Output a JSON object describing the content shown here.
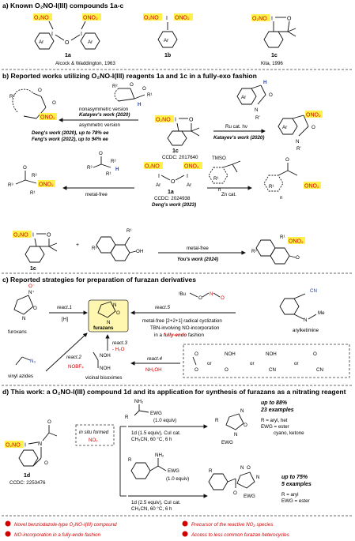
{
  "section_a": {
    "heading": "a) Known O₂NO-I(III) compounds 1a-c",
    "cmpd_1a": {
      "label": "1a",
      "groups": [
        "O₂NO",
        "ONO₂"
      ],
      "ar": [
        "Ar",
        "Ar"
      ],
      "bridge": "O",
      "iodines": [
        "I",
        "I"
      ]
    },
    "cmpd_1b": {
      "label": "1b",
      "groups": [
        "O₂NO",
        "ONO₂"
      ],
      "ar": "Ar",
      "iodine": "I"
    },
    "cmpd_1c": {
      "label": "1c",
      "group": "O₂NO",
      "iodine": "I",
      "ring_o": "O"
    },
    "ref_1": "Alcock & Waddington, 1963",
    "ref_2": "Kita, 1996"
  },
  "section_b": {
    "heading": "b) Reported works utilizing O₂NO-I(III) reagents 1a and 1c in a fully-exo fashion",
    "nonasym": "nonasymmetrc version",
    "katayev_2020": "Katayev's work (2020)",
    "asym": "asymmetrc version",
    "deng_2020": "Deng's work (2020), up to 78% ee",
    "feng_2022": "Feng's work (2022), up to 94% ee",
    "ccdc_1c": "CCDC: 2017640",
    "ru_cat": "Ru cat. hν",
    "katayev_2020b": "Katayev's work (2020)",
    "metal_free": "metal-free",
    "ccdc_1a": "CCDC: 2024938",
    "deng_2023": "Deng's work (2023)",
    "zn_cat": "Zn cat.",
    "metal_free2": "metal-free",
    "you_2024": "You's work (2024)",
    "plus": "+",
    "atoms": {
      "ono2": "ONO₂",
      "o2no": "O₂NO",
      "r1": "R¹",
      "r2": "R²",
      "r3": "R³",
      "h": "H",
      "ar": "Ar",
      "n": "N",
      "rp": "R'",
      "o": "O",
      "i": "I",
      "oh": "OH",
      "tmso": "TMSO",
      "n_sub": "n",
      "lbl_1c": "1c"
    }
  },
  "section_c": {
    "heading": "c) Reported strategies for preparation of furazan derivatives",
    "react1": "react.1",
    "h": "[H]",
    "react2": "react.2",
    "nobf4": "NOBF₄",
    "react3": "react.3",
    "h2o": "- H₂O",
    "react4": "react.4",
    "nh2oh": "NH₂OH",
    "react5": "react.5",
    "line1": "metal-free [2+2+1] radical cyclization",
    "line2": "TBN-involving NO-incorporation",
    "line3a": "in a ",
    "line3b": "fully-endo",
    "line3c": " fashion",
    "furoxans": "furoxans",
    "furazans": "furazans",
    "vinyl_azides": "vinyl azides",
    "bisoximes": "vicinal bisoximes",
    "arylketimine": "arylketimine",
    "or": "or",
    "tbu_no": "ᵗBu",
    "atoms": {
      "n": "N",
      "o": "O",
      "n3": "N₃",
      "noh": "NOH",
      "cn": "CN",
      "me": "Me",
      "o_minus": "O⁻",
      "n_plus": "N⁺"
    }
  },
  "section_d": {
    "heading": "d) This work: a O₂NO-I(III) compound 1d and its application for synthesis of furazans as a nitrating reagent",
    "cmpd": "1d",
    "ccdc": "CCDC: 2253476",
    "in_situ_1": "in situ formed",
    "in_situ_2": "NO₂",
    "r1_equiv": "(1.0 equiv)",
    "r1_cond1": "1d (1.5 equiv), CuI cat.",
    "r1_cond2": "CH₃CN, 60 °C, 6 h",
    "r1_yield": "up to 88%",
    "r1_examples": "23 examples",
    "r1_r": "R = aryl, het",
    "r1_ewg1": "EWG = ester",
    "r1_ewg2": "cyano, ketone",
    "r2_equiv": "(1.0 equiv)",
    "r2_cond1": "1d (2.5 equiv), CuI cat.",
    "r2_cond2": "CH₃CN, 60 °C, 6 h",
    "r2_yield": "up to 75%",
    "r2_examples": "5 examples",
    "r2_r": "R = aryl",
    "r2_ewg": "EWG = ester",
    "atoms": {
      "o2no": "O₂NO",
      "i": "I",
      "n": "N",
      "o": "O",
      "nh2": "NH₂",
      "ewg": "EWG",
      "r": "R"
    }
  },
  "footer": [
    "Novel benziodazole-type O₂NO-I(III) compound",
    "Precursor of the reactive NO₂ species",
    "NO-incorporation in a fully-endo fashion",
    "Access to less common furazan heterocycles"
  ],
  "colors": {
    "red": "#d40000",
    "blue": "#1f3fae",
    "highlight": "#fff14a"
  }
}
